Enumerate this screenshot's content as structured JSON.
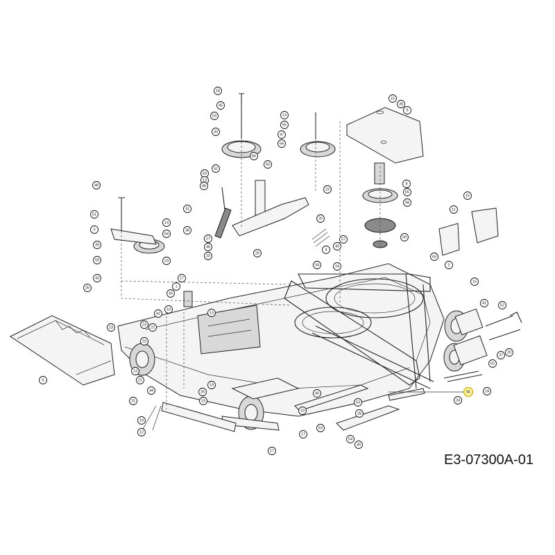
{
  "drawing_code": "E3-07300A-01",
  "highlighted_callout": "55",
  "callouts": [
    "18",
    "45",
    "53",
    "33",
    "66",
    "53",
    "52",
    "13",
    "46",
    "50",
    "14",
    "55",
    "47",
    "64",
    "23",
    "15",
    "36",
    "9",
    "8",
    "65",
    "58",
    "59",
    "48",
    "51",
    "5",
    "14",
    "64",
    "23",
    "39",
    "59",
    "43",
    "26",
    "31",
    "38",
    "27",
    "46",
    "23",
    "20",
    "57",
    "40",
    "25",
    "4",
    "34",
    "24",
    "10",
    "17",
    "1",
    "35",
    "42",
    "23",
    "22",
    "23",
    "13",
    "23",
    "6",
    "21",
    "21",
    "44",
    "26",
    "23",
    "13",
    "19",
    "19",
    "12",
    "40",
    "19",
    "53",
    "28",
    "53",
    "17",
    "54",
    "39",
    "17",
    "37",
    "52",
    "41",
    "20",
    "62",
    "24",
    "55",
    "24",
    "15",
    "11",
    "2",
    "63",
    "15"
  ],
  "colors": {
    "line": "#222222",
    "highlight_fill": "#fff4a8",
    "highlight_stroke": "#c9a800"
  }
}
